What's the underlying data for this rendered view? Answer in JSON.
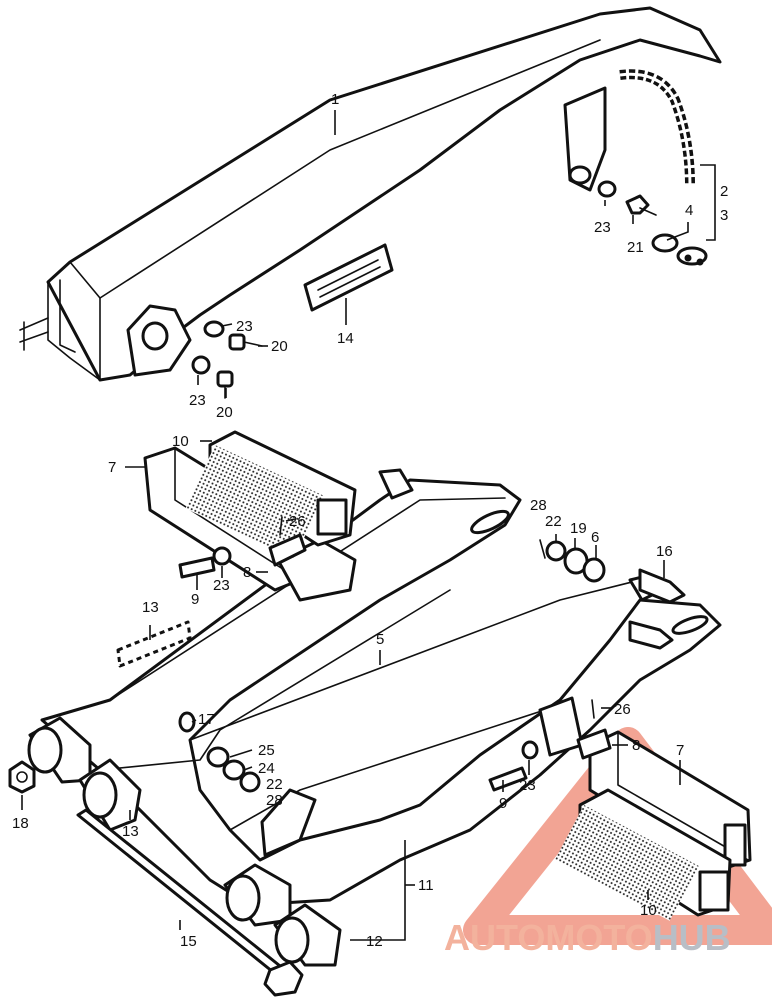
{
  "labels": {
    "c1": "1",
    "c2": "2",
    "c3": "3",
    "c4": "4",
    "c5": "5",
    "c6": "6",
    "c7a": "7",
    "c7b": "7",
    "c8a": "8",
    "c8b": "8",
    "c9a": "9",
    "c9b": "9",
    "c10a": "10",
    "c10b": "10",
    "c11": "11",
    "c12": "12",
    "c13a": "13",
    "c13b": "13",
    "c14": "14",
    "c15": "15",
    "c16": "16",
    "c17": "17",
    "c18": "18",
    "c19": "19",
    "c20a": "20",
    "c20b": "20",
    "c21": "21",
    "c22a": "22",
    "c22b": "22",
    "c23a": "23",
    "c23b": "23",
    "c23c": "23",
    "c23d": "23",
    "c23e": "23",
    "c24": "24",
    "c25": "25",
    "c26a": "26",
    "c26b": "26",
    "c28a": "28",
    "c28b": "28"
  },
  "watermark": {
    "part1": "AUTO",
    "part2": "MOTO",
    "part3": "HUB",
    "accent_color": "#e85a3c",
    "gray_color": "#7d8794"
  }
}
